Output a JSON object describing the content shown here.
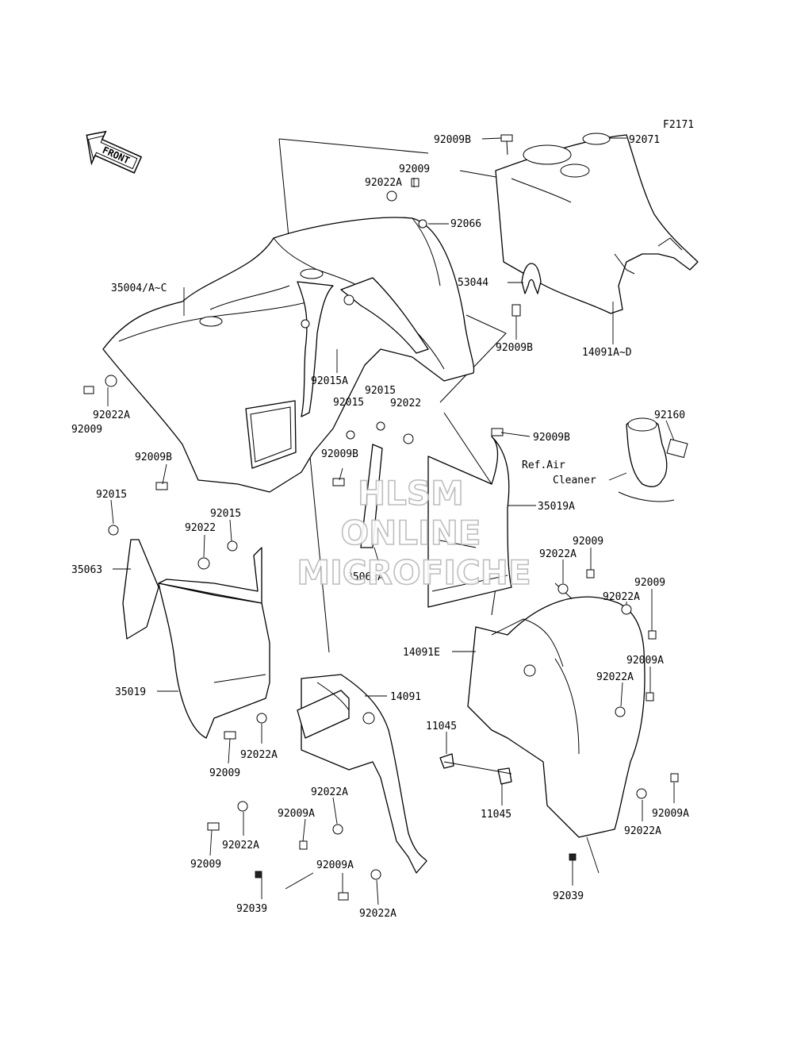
{
  "figure_id": "F2171",
  "front_label": "FRONT",
  "ref_label_1": "Ref.Air",
  "ref_label_2": "Cleaner",
  "watermark": [
    "HLSM",
    "ONLINE",
    "MICROFICHE"
  ],
  "labels": {
    "l_92009B_top": "92009B",
    "l_92071": "92071",
    "l_92009_top": "92009",
    "l_92022A_top": "92022A",
    "l_92066": "92066",
    "l_35004": "35004/A~C",
    "l_53044": "53044",
    "l_92009B_r1": "92009B",
    "l_14091AD": "14091A~D",
    "l_92015A": "92015A",
    "l_92015_mid1": "92015",
    "l_92015_mid2": "92015",
    "l_92022_mid": "92022",
    "l_92022A_left": "92022A",
    "l_92009_left": "92009",
    "l_92009B_r2": "92009B",
    "l_92160": "92160",
    "l_92009B_left": "92009B",
    "l_92009B_center": "92009B",
    "l_92015_left": "92015",
    "l_92015_l2": "92015",
    "l_92022_left": "92022",
    "l_35019A": "35019A",
    "l_35063": "35063",
    "l_35063A": "35063A",
    "l_92009_r3": "92009",
    "l_92022A_r3": "92022A",
    "l_92009_r4": "92009",
    "l_92022A_r4": "92022A",
    "l_14091E": "14091E",
    "l_92009A_r5": "92009A",
    "l_92022A_r5": "92022A",
    "l_35019": "35019",
    "l_14091": "14091",
    "l_11045_top": "11045",
    "l_92022A_bl1": "92022A",
    "l_92009_bl1": "92009",
    "l_92022A_bc": "92022A",
    "l_92009A_bc": "92009A",
    "l_11045_bot": "11045",
    "l_92009A_r6": "92009A",
    "l_92022A_r6": "92022A",
    "l_92022A_bl2": "92022A",
    "l_92009_bl2": "92009",
    "l_92009A_b2": "92009A",
    "l_92039_left": "92039",
    "l_92022A_b2": "92022A",
    "l_92039_right": "92039"
  }
}
